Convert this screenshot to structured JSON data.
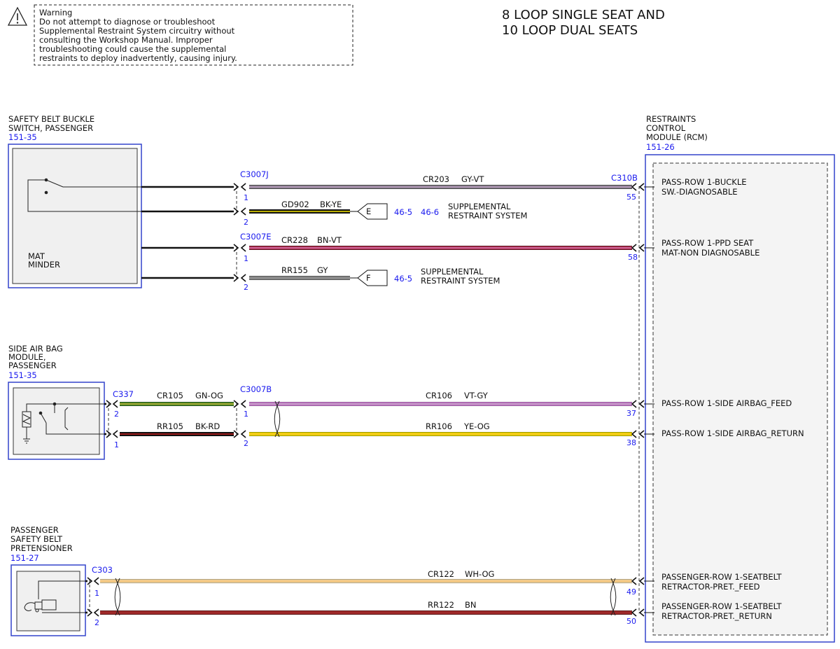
{
  "warning": {
    "heading": "Warning",
    "lines": [
      "Do not attempt to diagnose or troubleshoot",
      "Supplemental Restraint System circuitry without",
      "consulting the Workshop Manual. Improper",
      "troubleshooting could cause the supplemental",
      "restraints to deploy inadvertently, causing injury."
    ]
  },
  "title": [
    "8 LOOP SINGLE SEAT AND",
    "10 LOOP DUAL SEATS"
  ],
  "components": {
    "buckle_switch": {
      "name": [
        "SAFETY BELT BUCKLE",
        "SWITCH, PASSENGER"
      ],
      "ref": "151-35",
      "inner_label": [
        "MAT",
        "MINDER"
      ]
    },
    "side_airbag": {
      "name": [
        "SIDE AIR BAG",
        "MODULE,",
        "PASSENGER"
      ],
      "ref": "151-35"
    },
    "pretensioner": {
      "name": [
        "PASSENGER",
        "SAFETY BELT",
        "PRETENSIONER"
      ],
      "ref": "151-27"
    },
    "rcm": {
      "name": [
        "RESTRAINTS",
        "CONTROL",
        "MODULE (RCM)"
      ],
      "ref": "151-26"
    }
  },
  "connectors": {
    "c3007j": "C3007J",
    "c3007e": "C3007E",
    "c3007b": "C3007B",
    "c337": "C337",
    "c303": "C303",
    "c310b": "C310B"
  },
  "pins": {
    "c3007j_1": "1",
    "c3007j_2": "2",
    "c3007e_1": "1",
    "c3007e_2": "2",
    "c337_2": "2",
    "c337_1": "1",
    "c3007b_1": "1",
    "c3007b_2": "2",
    "c303_1": "1",
    "c303_2": "2",
    "rcm_55": "55",
    "rcm_58": "58",
    "rcm_37": "37",
    "rcm_38": "38",
    "rcm_49": "49",
    "rcm_50": "50"
  },
  "wires": {
    "cr203": {
      "circuit": "CR203",
      "color": "GY-VT"
    },
    "gd902": {
      "circuit": "GD902",
      "color": "BK-YE"
    },
    "cr228": {
      "circuit": "CR228",
      "color": "BN-VT"
    },
    "rr155": {
      "circuit": "RR155",
      "color": "GY"
    },
    "cr105": {
      "circuit": "CR105",
      "color": "GN-OG"
    },
    "rr105": {
      "circuit": "RR105",
      "color": "BK-RD"
    },
    "cr106": {
      "circuit": "CR106",
      "color": "VT-GY"
    },
    "rr106": {
      "circuit": "RR106",
      "color": "YE-OG"
    },
    "cr122": {
      "circuit": "CR122",
      "color": "WH-OG"
    },
    "rr122": {
      "circuit": "RR122",
      "color": "BN"
    }
  },
  "offpage": {
    "e": {
      "letter": "E",
      "refs": [
        "46-5",
        "46-6"
      ],
      "desc": [
        "SUPPLEMENTAL",
        "RESTRAINT SYSTEM"
      ]
    },
    "f": {
      "letter": "F",
      "refs": [
        "46-5"
      ],
      "desc": [
        "SUPPLEMENTAL",
        "RESTRAINT SYSTEM"
      ]
    }
  },
  "rcm_pins": {
    "p55": [
      "PASS-ROW 1-BUCKLE",
      "SW.-DIAGNOSABLE"
    ],
    "p58": [
      "PASS-ROW 1-PPD SEAT",
      "MAT-NON DIAGNOSABLE"
    ],
    "p37": [
      "PASS-ROW 1-SIDE AIRBAG_FEED"
    ],
    "p38": [
      "PASS-ROW 1-SIDE AIRBAG_RETURN"
    ],
    "p49": [
      "PASSENGER-ROW 1-SEATBELT",
      "RETRACTOR-PRET._FEED"
    ],
    "p50": [
      "PASSENGER-ROW 1-SEATBELT",
      "RETRACTOR-PRET._RETURN"
    ]
  },
  "colors": {
    "connector_blue": "#1a1aee",
    "gy_vt": "#8e8592",
    "bn_vt": "#b5324f",
    "gy": "#8a8a8a",
    "gn_og": "#4f9a2a",
    "bk_rd": "#2a1010",
    "vt_gy": "#cf7fd3",
    "ye_og": "#f2e200",
    "wh_og": "#f3dcae",
    "bn": "#a02a2a"
  }
}
